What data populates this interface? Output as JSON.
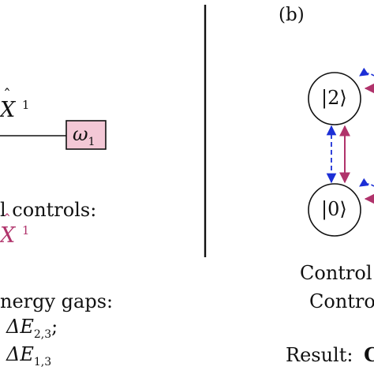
{
  "panel_b_label": "(b)",
  "left_panel": {
    "operator": {
      "letter": "X",
      "hat": "ˆ",
      "sup": "1"
    },
    "frequency_box": {
      "symbol": "ω",
      "sub": "1",
      "fill": "#f3c8d6"
    },
    "controls_line": "l controls:",
    "controls_operator": {
      "letter": "X",
      "hat": "ˆ",
      "sup": "1"
    },
    "energy_gaps_line": "nergy gaps:",
    "gap_1": {
      "prefix": "ΔE",
      "sub": "2,3",
      "suffix": ";"
    },
    "gap_2": {
      "prefix": "ΔE",
      "sub": "1,3",
      "suffix": ""
    }
  },
  "right_panel": {
    "states": [
      {
        "ket": "|2⟩"
      },
      {
        "ket": "|0⟩"
      }
    ],
    "control_line_1": "Control",
    "control_line_2": "Contro",
    "result_label": "Result:",
    "result_cut": "C"
  },
  "colors": {
    "text": "#111111",
    "magenta": "#b0336b",
    "blue": "#1c2fd6",
    "box_fill": "#f3c8d6"
  }
}
